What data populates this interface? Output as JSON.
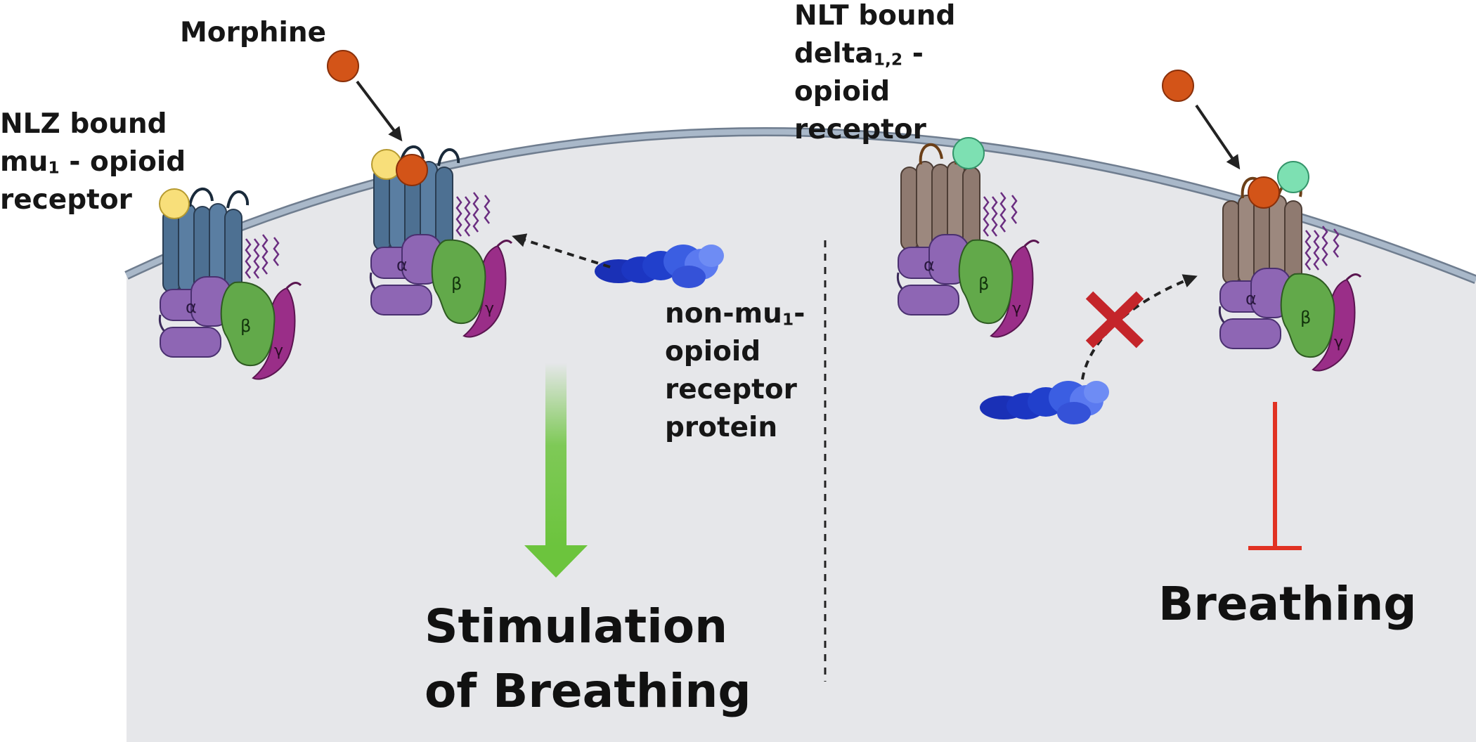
{
  "labels": {
    "morphine": "Morphine",
    "nlz": {
      "line1": "NLZ bound",
      "line2_prefix": "mu",
      "line2_sub": "1",
      "line2_suffix": " - opioid",
      "line3": "receptor"
    },
    "nlt": {
      "line1": "NLT bound",
      "line2_prefix": "delta",
      "line2_sub": "1,2",
      "line2_suffix": " -",
      "line3": "opioid",
      "line4": "receptor"
    },
    "non_mu": {
      "line1_prefix": "non-mu",
      "line1_sub": "1",
      "line1_suffix": "-",
      "line2": "opioid",
      "line3": "receptor",
      "line4": "protein"
    },
    "stimulation": {
      "line1": "Stimulation",
      "line2": "of Breathing"
    },
    "breathing": "Breathing"
  },
  "subunits": {
    "alpha": "α",
    "beta": "β",
    "gamma": "γ"
  },
  "colors": {
    "cell": "#e6e7ea",
    "membrane": "#a9b8c9",
    "mu_receptor": "#4d7092",
    "delta_receptor": "#8f7a70",
    "g_alpha": "#8e66b4",
    "g_beta": "#62a94a",
    "g_gamma": "#9a2e88",
    "morphine": "#d35418",
    "nlz": "#f8df7a",
    "nlt": "#7de0b2",
    "protein": "#1a39c6",
    "stimulate_arrow": "#6cc43d",
    "inhibit": "#e13223",
    "block_x": "#c4252a"
  }
}
